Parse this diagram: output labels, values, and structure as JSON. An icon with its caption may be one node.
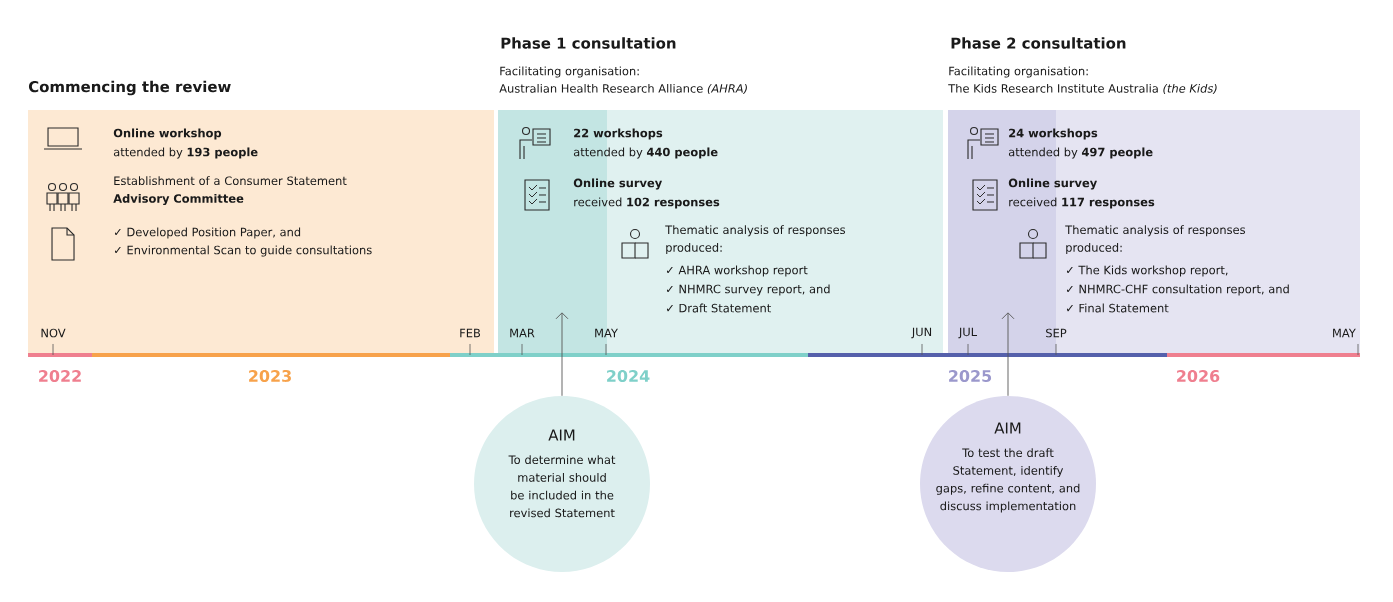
{
  "diagram": {
    "nodes": [
      {
        "text": [
          "Commencing the review",
          "Online workshop",
          "attended by **193 people**",
          "Establishment of a Consumer Statement **Advisory Committee**",
          "✓ Developed Position Paper, and",
          "✓ Environmental Scan to guide consultations"
        ]
      },
      {
        "text": [
          "Phase 1 consultation",
          "Facilitating organisation:",
          "Australian Health Research Alliance *(AHRA)*",
          "22 workshops",
          "attended by **440 people**",
          "Online survey",
          "received **102 responses**",
          "Thematic analysis of responses produced:",
          "✓ AHRA workshop report",
          "✓ NHMRC survey report, and",
          "✓ Draft Statement"
        ]
      },
      {
        "text": [
          "Phase 2 consultation",
          "Facilitating organisation:",
          "The Kids Research Institute Australia *(the Kids)*",
          "24 workshops",
          "attended by **497 people**",
          "Online survey",
          "received **117 responses**",
          "Thematic analysis of responses produced:",
          "✓ The Kids workshop report,",
          "✓ NHMRC-CHF consultation report, and",
          "✓ Final Statement"
        ]
      },
      {
        "text": [
          "AIM",
          "To determine what material should be included in the revised Statement"
        ]
      },
      {
        "text": [
          "AIM",
          "To test the draft Statement, identify gaps, refine content, and discuss implementation"
        ]
      }
    ],
    "edges": [
      {
        "from": 3,
        "to": 1,
        "arrow": "to"
      },
      {
        "from": 4,
        "to": 2,
        "arrow": "to"
      }
    ],
    "labels": [
      "NOV",
      "FEB",
      "MAR",
      "MAY",
      "JUN",
      "JUL",
      "SEP",
      "MAY",
      "2022",
      "2023",
      "2024",
      "2025",
      "2026"
    ]
  }
}
